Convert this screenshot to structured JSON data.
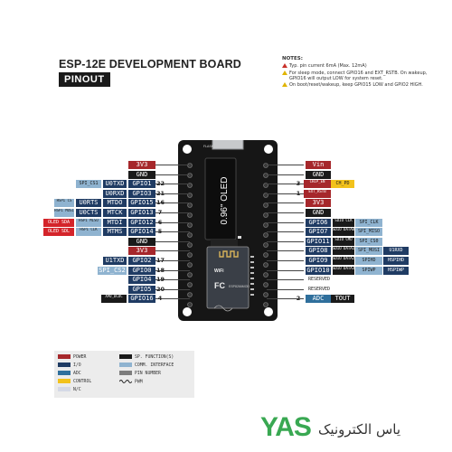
{
  "header": {
    "title": "ESP-12E DEVELOPMENT BOARD",
    "subtitle": "PINOUT"
  },
  "notes": {
    "heading": "NOTES:",
    "items": [
      "Typ. pin current 6mA (Max. 12mA)",
      "For sleep mode, connect GPIO16 and EXT_RSTB. On wakeup, GPIO16 will output LOW for system reset.",
      "On boot/reset/wakeup, keep GPIO15 LOW and GPIO2 HIGH."
    ]
  },
  "colors": {
    "power": "#a6272b",
    "io": "#1f3b63",
    "adc": "#2f6f9c",
    "control": "#f2c21c",
    "nc": "#d5d9e6",
    "spfunc": "#1a1a1a",
    "comm": "#8fb3d0",
    "pin_number": "#7d7d7d",
    "ground": "#1a1a1a",
    "oled": "#d4242a",
    "board": "#161616"
  },
  "left_pins": [
    {
      "gpio": "3V3",
      "type": "power"
    },
    {
      "gpio": "GND",
      "type": "ground"
    },
    {
      "gpio": "GPIO1",
      "num": "22",
      "func": "U0TXD",
      "comm": "SPI_CS1",
      "type": "io"
    },
    {
      "gpio": "GPIO3",
      "num": "21",
      "func": "U0RXD",
      "type": "io"
    },
    {
      "gpio": "GPIO15",
      "num": "16",
      "func": "MTDO",
      "func2": "U0RTS",
      "comm": "HSPI CS",
      "type": "io"
    },
    {
      "gpio": "GPIO13",
      "num": "7",
      "func": "MTCK",
      "func2": "U0CTS",
      "comm": "HSPI MOSI",
      "type": "io"
    },
    {
      "gpio": "GPIO12",
      "num": "6",
      "func": "MTDI",
      "comm": "HSPI MISO",
      "oled": "OLED SDA",
      "type": "io"
    },
    {
      "gpio": "GPIO14",
      "num": "5",
      "func": "MTMS",
      "comm": "HSPI CLK",
      "oled": "OLED SDL",
      "type": "io"
    },
    {
      "gpio": "GND",
      "type": "ground"
    },
    {
      "gpio": "3V3",
      "type": "power"
    },
    {
      "gpio": "GPIO2",
      "num": "17",
      "func": "U1TXD",
      "type": "io"
    },
    {
      "gpio": "GPIO0",
      "num": "18",
      "func": "SPI_CS2",
      "type": "io"
    },
    {
      "gpio": "GPIO4",
      "num": "19",
      "type": "io"
    },
    {
      "gpio": "GPIO5",
      "num": "20",
      "type": "io"
    },
    {
      "gpio": "GPIO16",
      "num": "4",
      "func": "XPD_DCDC",
      "type": "io"
    }
  ],
  "right_pins": [
    {
      "gpio": "Vin",
      "type": "power"
    },
    {
      "gpio": "GND",
      "type": "ground"
    },
    {
      "gpio": "RST",
      "num": "3",
      "func": "CHIP_EN",
      "func2": "CH_PD",
      "type": "control"
    },
    {
      "gpio": "EN",
      "num": "1",
      "func": "EXT_RSTB",
      "type": "control"
    },
    {
      "gpio": "3V3",
      "type": "power"
    },
    {
      "gpio": "GND",
      "type": "ground"
    },
    {
      "gpio": "GPIO6",
      "func": "SDIO CLK",
      "comm": "SPI_CLK",
      "type": "io"
    },
    {
      "gpio": "GPIO7",
      "func": "SDIO DATA0",
      "comm": "SPI_MISO",
      "type": "io"
    },
    {
      "gpio": "GPIO11",
      "func": "SDIO CMD",
      "comm": "SPI_CS0",
      "type": "io"
    },
    {
      "gpio": "GPIO8",
      "func": "SDIO DATA1",
      "comm": "SPI_MOSI",
      "extra": "U1RXD",
      "type": "io"
    },
    {
      "gpio": "GPIO9",
      "func": "SDIO DATA2",
      "comm": "SPIHD",
      "extra": "HSPIHD",
      "type": "io"
    },
    {
      "gpio": "GPIO10",
      "func": "SDIO DATA3",
      "comm": "SPIWP",
      "extra": "HSPIWP",
      "type": "io"
    },
    {
      "gpio": "RESERVED",
      "type": "reserved"
    },
    {
      "gpio": "RESERVED",
      "type": "reserved"
    },
    {
      "gpio": "ADC",
      "num": "2",
      "func": "TOUT",
      "type": "adc"
    }
  ],
  "board": {
    "oled_text": "0.96\" OLED",
    "module_text": "ESP8266MOD",
    "wifi_text": "WiFi",
    "fc_text": "FC",
    "flash_label": "FLASH"
  },
  "legend": [
    {
      "label": "POWER",
      "color": "#a6272b"
    },
    {
      "label": "I/O",
      "color": "#1f3b63"
    },
    {
      "label": "ADC",
      "color": "#2f6f9c"
    },
    {
      "label": "CONTROL",
      "color": "#f2c21c"
    },
    {
      "label": "N/C",
      "color": "#d5d9e6"
    },
    {
      "label": "SP. FUNCTION(S)",
      "color": "#1a1a1a"
    },
    {
      "label": "COMM. INTERFACE",
      "color": "#8fb3d0"
    },
    {
      "label": "PIN NUMBER",
      "color": "#7d7d7d"
    },
    {
      "label": "PWM",
      "color": ""
    }
  ],
  "footer": {
    "brand": "YAS",
    "arabic": "یاس الکترونیک"
  }
}
